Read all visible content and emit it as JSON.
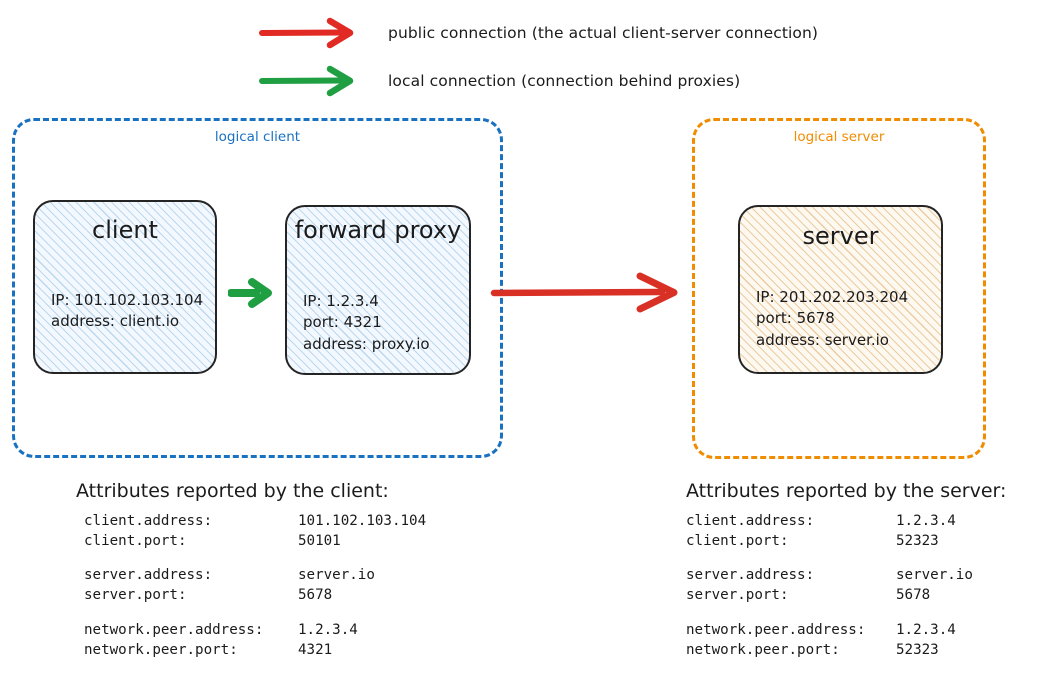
{
  "legend": {
    "items": [
      {
        "icon": "red-arrow-icon",
        "color": "#e02a23",
        "label": "public connection (the actual client-server connection)"
      },
      {
        "icon": "green-arrow-icon",
        "color": "#1f9e42",
        "label": "local connection (connection behind proxies)"
      }
    ]
  },
  "zones": {
    "client": {
      "label": "logical client",
      "color": "#1971c2"
    },
    "server": {
      "label": "logical server",
      "color": "#f08c00"
    }
  },
  "nodes": {
    "client": {
      "title": "client",
      "body": "IP: 101.102.103.104\naddress: client.io"
    },
    "proxy": {
      "title": "forward\nproxy",
      "body": "IP: 1.2.3.4\nport: 4321\naddress: proxy.io"
    },
    "server": {
      "title": "server",
      "body": "IP: 201.202.203.204\nport: 5678\naddress: server.io"
    }
  },
  "connections": {
    "local": {
      "name": "client-to-proxy-local-connection",
      "color": "#1f9e42"
    },
    "public": {
      "name": "proxy-to-server-public-connection",
      "color": "#d93025"
    }
  },
  "attributes": {
    "client": {
      "heading": "Attributes reported by the client:",
      "groups": [
        [
          {
            "key": "client.address:",
            "value": "101.102.103.104"
          },
          {
            "key": "client.port:",
            "value": "50101"
          }
        ],
        [
          {
            "key": "server.address:",
            "value": "server.io"
          },
          {
            "key": "server.port:",
            "value": "5678"
          }
        ],
        [
          {
            "key": "network.peer.address:",
            "value": "1.2.3.4"
          },
          {
            "key": "network.peer.port:",
            "value": "4321"
          }
        ]
      ]
    },
    "server": {
      "heading": "Attributes reported by the server:",
      "groups": [
        [
          {
            "key": "client.address:",
            "value": "1.2.3.4"
          },
          {
            "key": "client.port:",
            "value": "52323"
          }
        ],
        [
          {
            "key": "server.address:",
            "value": "server.io"
          },
          {
            "key": "server.port:",
            "value": "5678"
          }
        ],
        [
          {
            "key": "network.peer.address:",
            "value": "1.2.3.4"
          },
          {
            "key": "network.peer.port:",
            "value": "52323"
          }
        ]
      ]
    }
  }
}
